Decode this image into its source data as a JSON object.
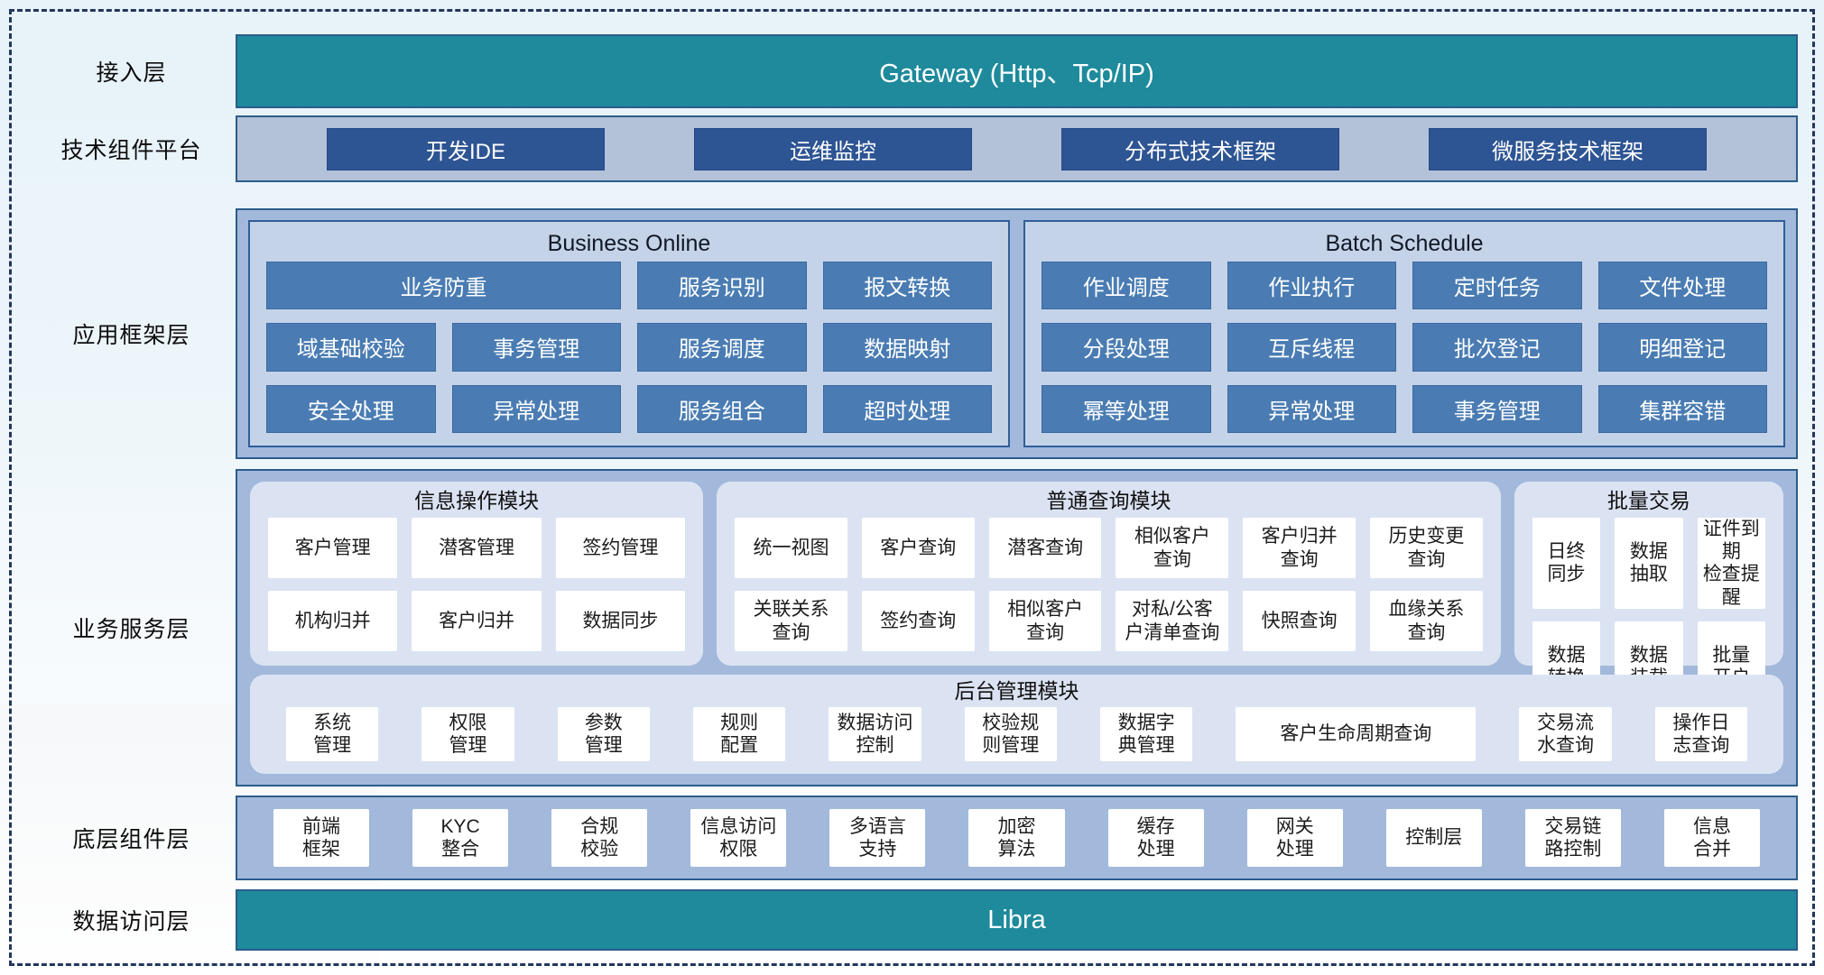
{
  "colors": {
    "teal": "#1e8a9c",
    "dark_blue_button": "#2d5493",
    "steel_blue_button": "#4a7cb3",
    "outer_layer_fill": "#a3b9db",
    "panel_fill": "#c5d3e8",
    "module_fill": "#dbe3f3",
    "border_navy": "#2b5c8a",
    "dashed_frame": "#23365c"
  },
  "layers": {
    "access": {
      "label": "接入层",
      "bar_text": "Gateway (Http、Tcp/IP)"
    },
    "tech_platform": {
      "label": "技术组件平台",
      "buttons": [
        "开发IDE",
        "运维监控",
        "分布式技术框架",
        "微服务技术框架"
      ]
    },
    "app_framework": {
      "label": "应用框架层",
      "panels": [
        {
          "title": "Business Online",
          "buttons": [
            {
              "label": "业务防重",
              "span": 2
            },
            {
              "label": "服务识别"
            },
            {
              "label": "报文转换"
            },
            {
              "label": "域基础校验"
            },
            {
              "label": "事务管理"
            },
            {
              "label": "服务调度"
            },
            {
              "label": "数据映射"
            },
            {
              "label": "安全处理"
            },
            {
              "label": "异常处理"
            },
            {
              "label": "服务组合"
            },
            {
              "label": "超时处理"
            }
          ]
        },
        {
          "title": "Batch Schedule",
          "buttons": [
            {
              "label": "作业调度"
            },
            {
              "label": "作业执行"
            },
            {
              "label": "定时任务"
            },
            {
              "label": "文件处理"
            },
            {
              "label": "分段处理"
            },
            {
              "label": "互斥线程"
            },
            {
              "label": "批次登记"
            },
            {
              "label": "明细登记"
            },
            {
              "label": "幂等处理"
            },
            {
              "label": "异常处理"
            },
            {
              "label": "事务管理"
            },
            {
              "label": "集群容错"
            }
          ]
        }
      ]
    },
    "business_service": {
      "label": "业务服务层",
      "modules": [
        {
          "title": "信息操作模块",
          "cols": 3,
          "flex": 1.79,
          "cells": [
            "客户管理",
            "潜客管理",
            "签约管理",
            "机构归并",
            "客户归并",
            "数据同步"
          ]
        },
        {
          "title": "普通查询模块",
          "cols": 6,
          "flex": 3.21,
          "cells": [
            "统一视图",
            "客户查询",
            "潜客查询",
            "相似客户\n查询",
            "客户归并\n查询",
            "历史变更\n查询",
            "关联关系\n查询",
            "签约查询",
            "相似客户\n查询",
            "对私/公客\n户清单查询",
            "快照查询",
            "血缘关系\n查询"
          ]
        },
        {
          "title": "批量交易",
          "cols": 3,
          "flex": 1,
          "cells": [
            "日终\n同步",
            "数据\n抽取",
            "证件到期\n检查提醒",
            "数据\n转换",
            "数据\n装载",
            "批量\n开户"
          ]
        }
      ],
      "admin_module": {
        "title": "后台管理模块",
        "cells": [
          {
            "label": "系统\n管理"
          },
          {
            "label": "权限\n管理"
          },
          {
            "label": "参数\n管理"
          },
          {
            "label": "规则\n配置"
          },
          {
            "label": "数据访问\n控制"
          },
          {
            "label": "校验规\n则管理"
          },
          {
            "label": "数据字\n典管理"
          },
          {
            "label": "客户生命周期查询",
            "flex": 2.6
          },
          {
            "label": "交易流\n水查询"
          },
          {
            "label": "操作日\n志查询"
          }
        ]
      }
    },
    "base_component": {
      "label": "底层组件层",
      "cells": [
        "前端\n框架",
        "KYC\n整合",
        "合规\n校验",
        "信息访问\n权限",
        "多语言\n支持",
        "加密\n算法",
        "缓存\n处理",
        "网关\n处理",
        "控制层",
        "交易链\n路控制",
        "信息\n合并"
      ]
    },
    "data_access": {
      "label": "数据访问层",
      "bar_text": "Libra"
    }
  }
}
